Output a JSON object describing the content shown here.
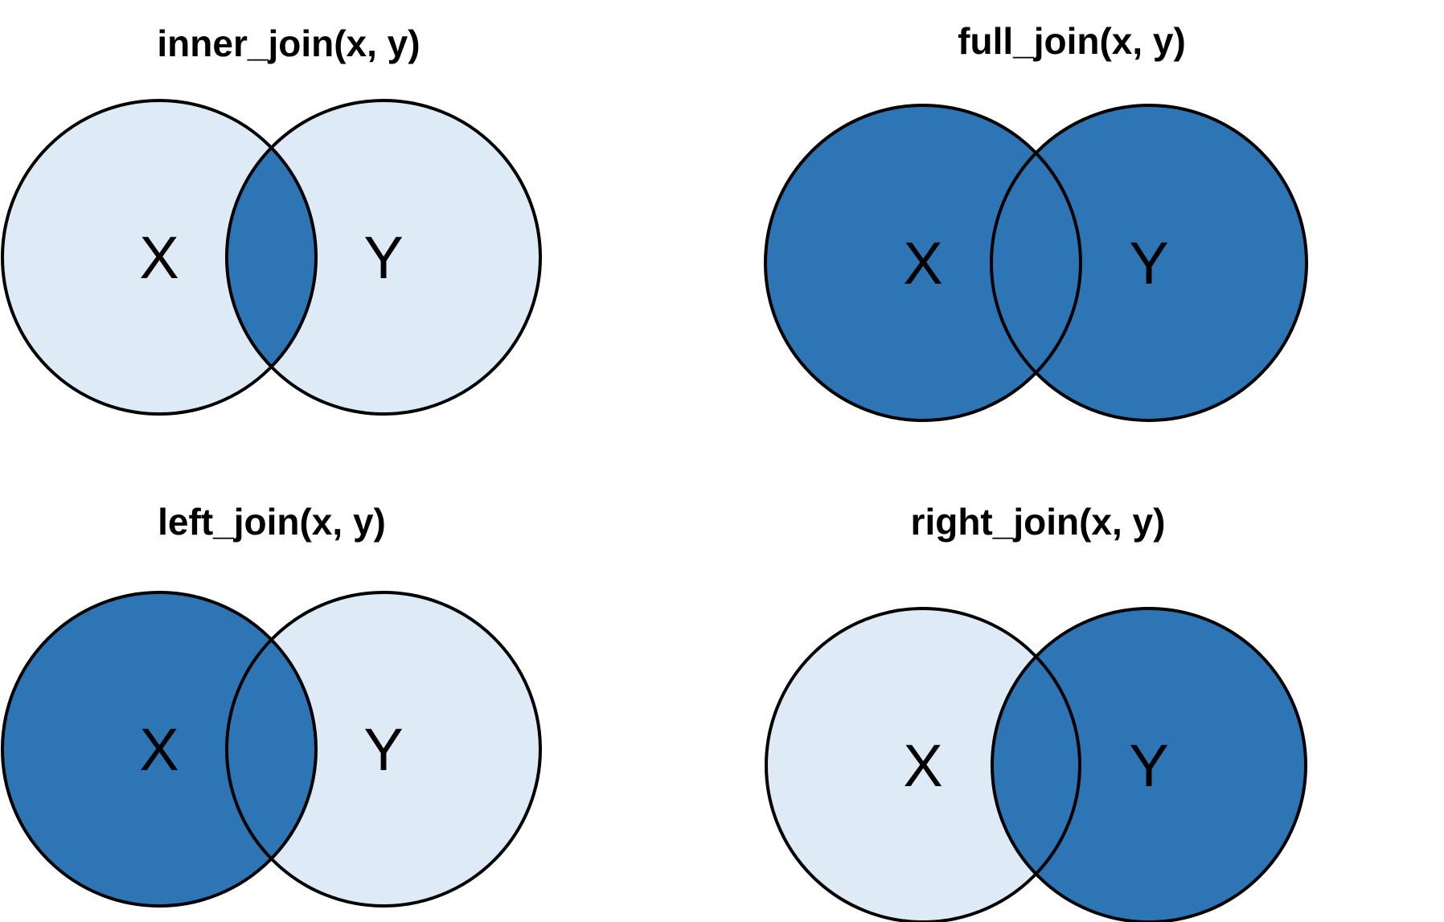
{
  "colors": {
    "highlight": "#2e75b6",
    "base": "#deeaf6",
    "outline": "#000000",
    "background": "#ffffff"
  },
  "panels": [
    {
      "id": "inner",
      "title": "inner_join(x, y)",
      "x_label": "X",
      "y_label": "Y",
      "regions": {
        "x_only": "base",
        "intersection": "highlight",
        "y_only": "base"
      }
    },
    {
      "id": "full",
      "title": "full_join(x, y)",
      "x_label": "X",
      "y_label": "Y",
      "regions": {
        "x_only": "highlight",
        "intersection": "highlight",
        "y_only": "highlight"
      }
    },
    {
      "id": "left",
      "title": "left_join(x, y)",
      "x_label": "X",
      "y_label": "Y",
      "regions": {
        "x_only": "highlight",
        "intersection": "highlight",
        "y_only": "base"
      }
    },
    {
      "id": "right",
      "title": "right_join(x, y)",
      "x_label": "X",
      "y_label": "Y",
      "regions": {
        "x_only": "base",
        "intersection": "highlight",
        "y_only": "highlight"
      }
    }
  ]
}
